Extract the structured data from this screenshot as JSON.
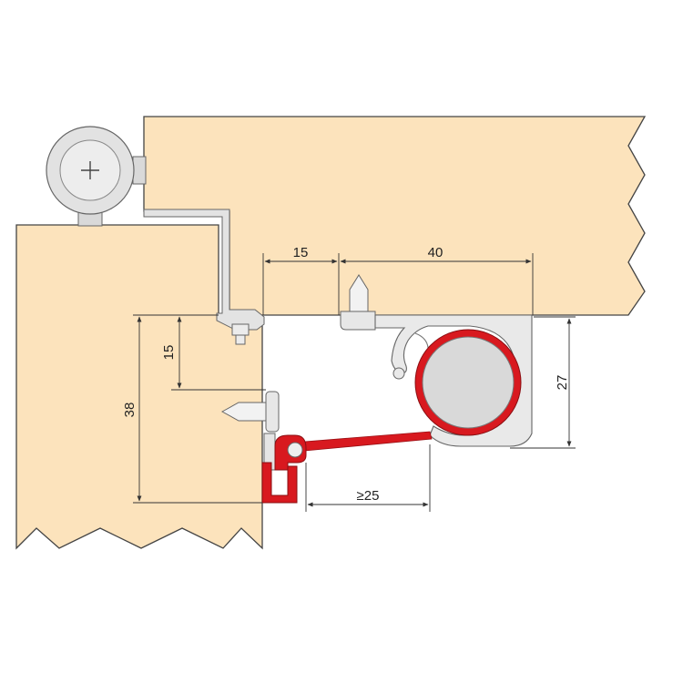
{
  "colors": {
    "wood": "#fce3bc",
    "outline": "#444444",
    "seal": "#d8191f",
    "metal": "#e6e6e6",
    "dimension": "#333333"
  },
  "dimensions": {
    "gap": "15",
    "pivot_distance": "40",
    "height_right": "27",
    "height_left_small": "15",
    "height_left_large": "38",
    "min_distance": "≥25"
  },
  "icons": {
    "hinge": "plus-screw-icon"
  }
}
